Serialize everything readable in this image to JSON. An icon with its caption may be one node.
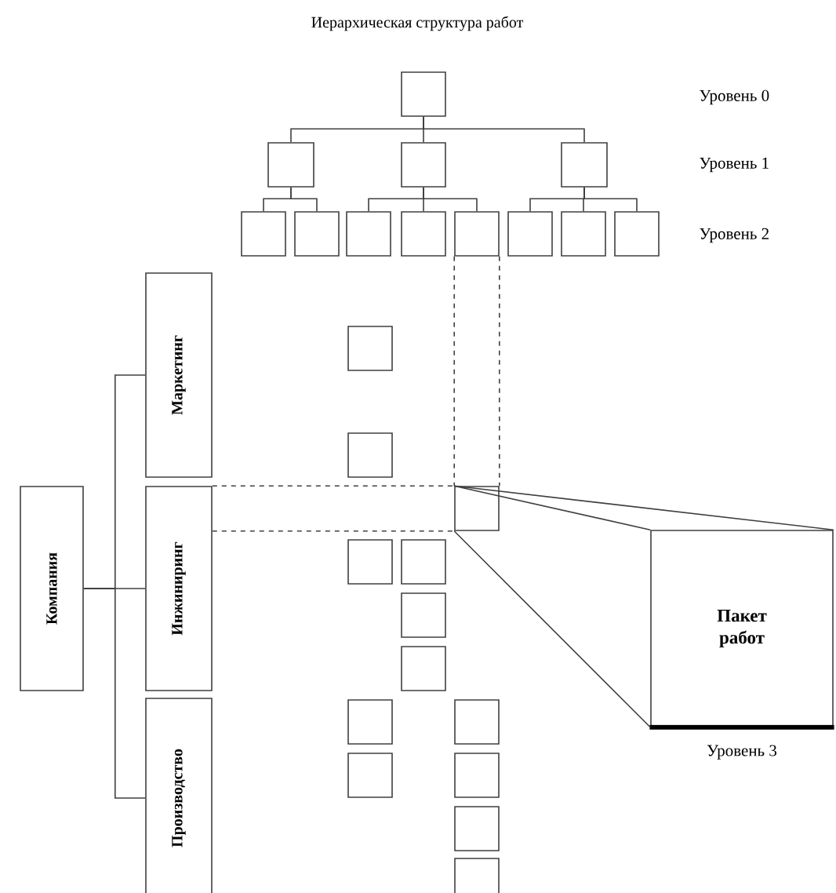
{
  "diagram": {
    "title": "Иерархическая структура работ",
    "nodes": [
      {
        "text": [],
        "shape": "box"
      },
      {
        "text": [],
        "shape": "box"
      },
      {
        "text": [],
        "shape": "box"
      },
      {
        "text": [],
        "shape": "box"
      },
      {
        "text": [],
        "shape": "box"
      },
      {
        "text": [],
        "shape": "box"
      },
      {
        "text": [],
        "shape": "box"
      },
      {
        "text": [],
        "shape": "box"
      },
      {
        "text": [],
        "shape": "box"
      },
      {
        "text": [],
        "shape": "box"
      },
      {
        "text": [],
        "shape": "box"
      },
      {
        "text": [],
        "shape": "box"
      },
      {
        "text": [
          "Компания"
        ]
      },
      {
        "text": [
          "Маркетинг"
        ]
      },
      {
        "text": [
          "Инжиниринг"
        ]
      },
      {
        "text": [
          "Производство"
        ]
      },
      {
        "text": [],
        "shape": "box"
      },
      {
        "text": [],
        "shape": "box"
      },
      {
        "text": [],
        "shape": "box"
      },
      {
        "text": [],
        "shape": "box"
      },
      {
        "text": [],
        "shape": "box"
      },
      {
        "text": [],
        "shape": "box"
      },
      {
        "text": [],
        "shape": "box"
      },
      {
        "text": [],
        "shape": "box"
      },
      {
        "text": [],
        "shape": "box"
      },
      {
        "text": [],
        "shape": "box"
      },
      {
        "text": [],
        "shape": "box"
      },
      {
        "text": [],
        "shape": "box"
      },
      {
        "text": [],
        "shape": "box"
      },
      {
        "text": [
          "Пакет работ"
        ],
        "beside": [
          "Уровень 3"
        ]
      }
    ],
    "edges": [
      {
        "from": 0,
        "to": 1,
        "arrow": "none"
      },
      {
        "from": 0,
        "to": 2,
        "arrow": "none"
      },
      {
        "from": 0,
        "to": 3,
        "arrow": "none"
      },
      {
        "from": 1,
        "to": 4,
        "arrow": "none"
      },
      {
        "from": 1,
        "to": 5,
        "arrow": "none"
      },
      {
        "from": 2,
        "to": 6,
        "arrow": "none"
      },
      {
        "from": 2,
        "to": 7,
        "arrow": "none"
      },
      {
        "from": 2,
        "to": 8,
        "arrow": "none"
      },
      {
        "from": 3,
        "to": 9,
        "arrow": "none"
      },
      {
        "from": 3,
        "to": 10,
        "arrow": "none"
      },
      {
        "from": 3,
        "to": 11,
        "arrow": "none"
      },
      {
        "from": 12,
        "to": 13,
        "arrow": "none"
      },
      {
        "from": 12,
        "to": 14,
        "arrow": "none"
      },
      {
        "from": 12,
        "to": 15,
        "arrow": "none"
      },
      {
        "from": 8,
        "to": 18,
        "arrow": "none",
        "style": "dashed"
      },
      {
        "from": 14,
        "to": 18,
        "arrow": "none",
        "style": "dashed"
      },
      {
        "from": 18,
        "to": 29,
        "arrow": "none"
      }
    ],
    "labels": [
      "Уровень 0",
      "Уровень 1",
      "Уровень 2"
    ]
  }
}
